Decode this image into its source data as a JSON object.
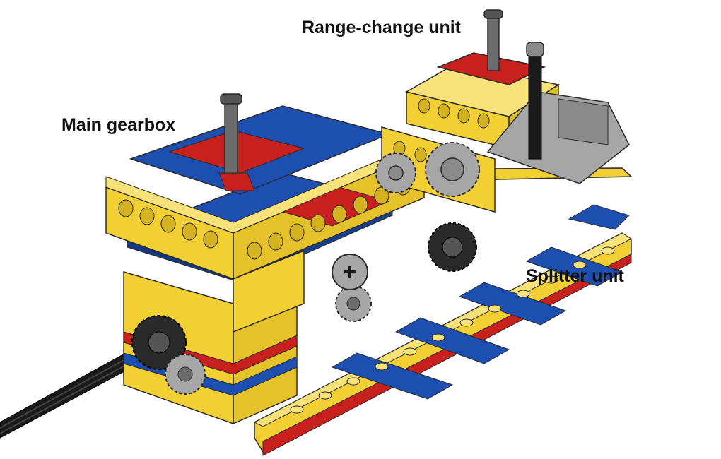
{
  "labels": {
    "main_gearbox": "Main gearbox",
    "range_change_unit": "Range-change unit",
    "splitter_unit": "Splitter unit"
  },
  "palette": {
    "yellow": "#f2d033",
    "blue": "#1d4fb0",
    "red": "#c8201c",
    "gray": "#a6a6a6",
    "dark_gray": "#555555",
    "black": "#1a1a1a",
    "outline": "#2a2a2a"
  },
  "icons": [
    "gear-icon",
    "axle-icon",
    "shift-lever-icon",
    "drive-shaft-icon",
    "stud-icon"
  ]
}
